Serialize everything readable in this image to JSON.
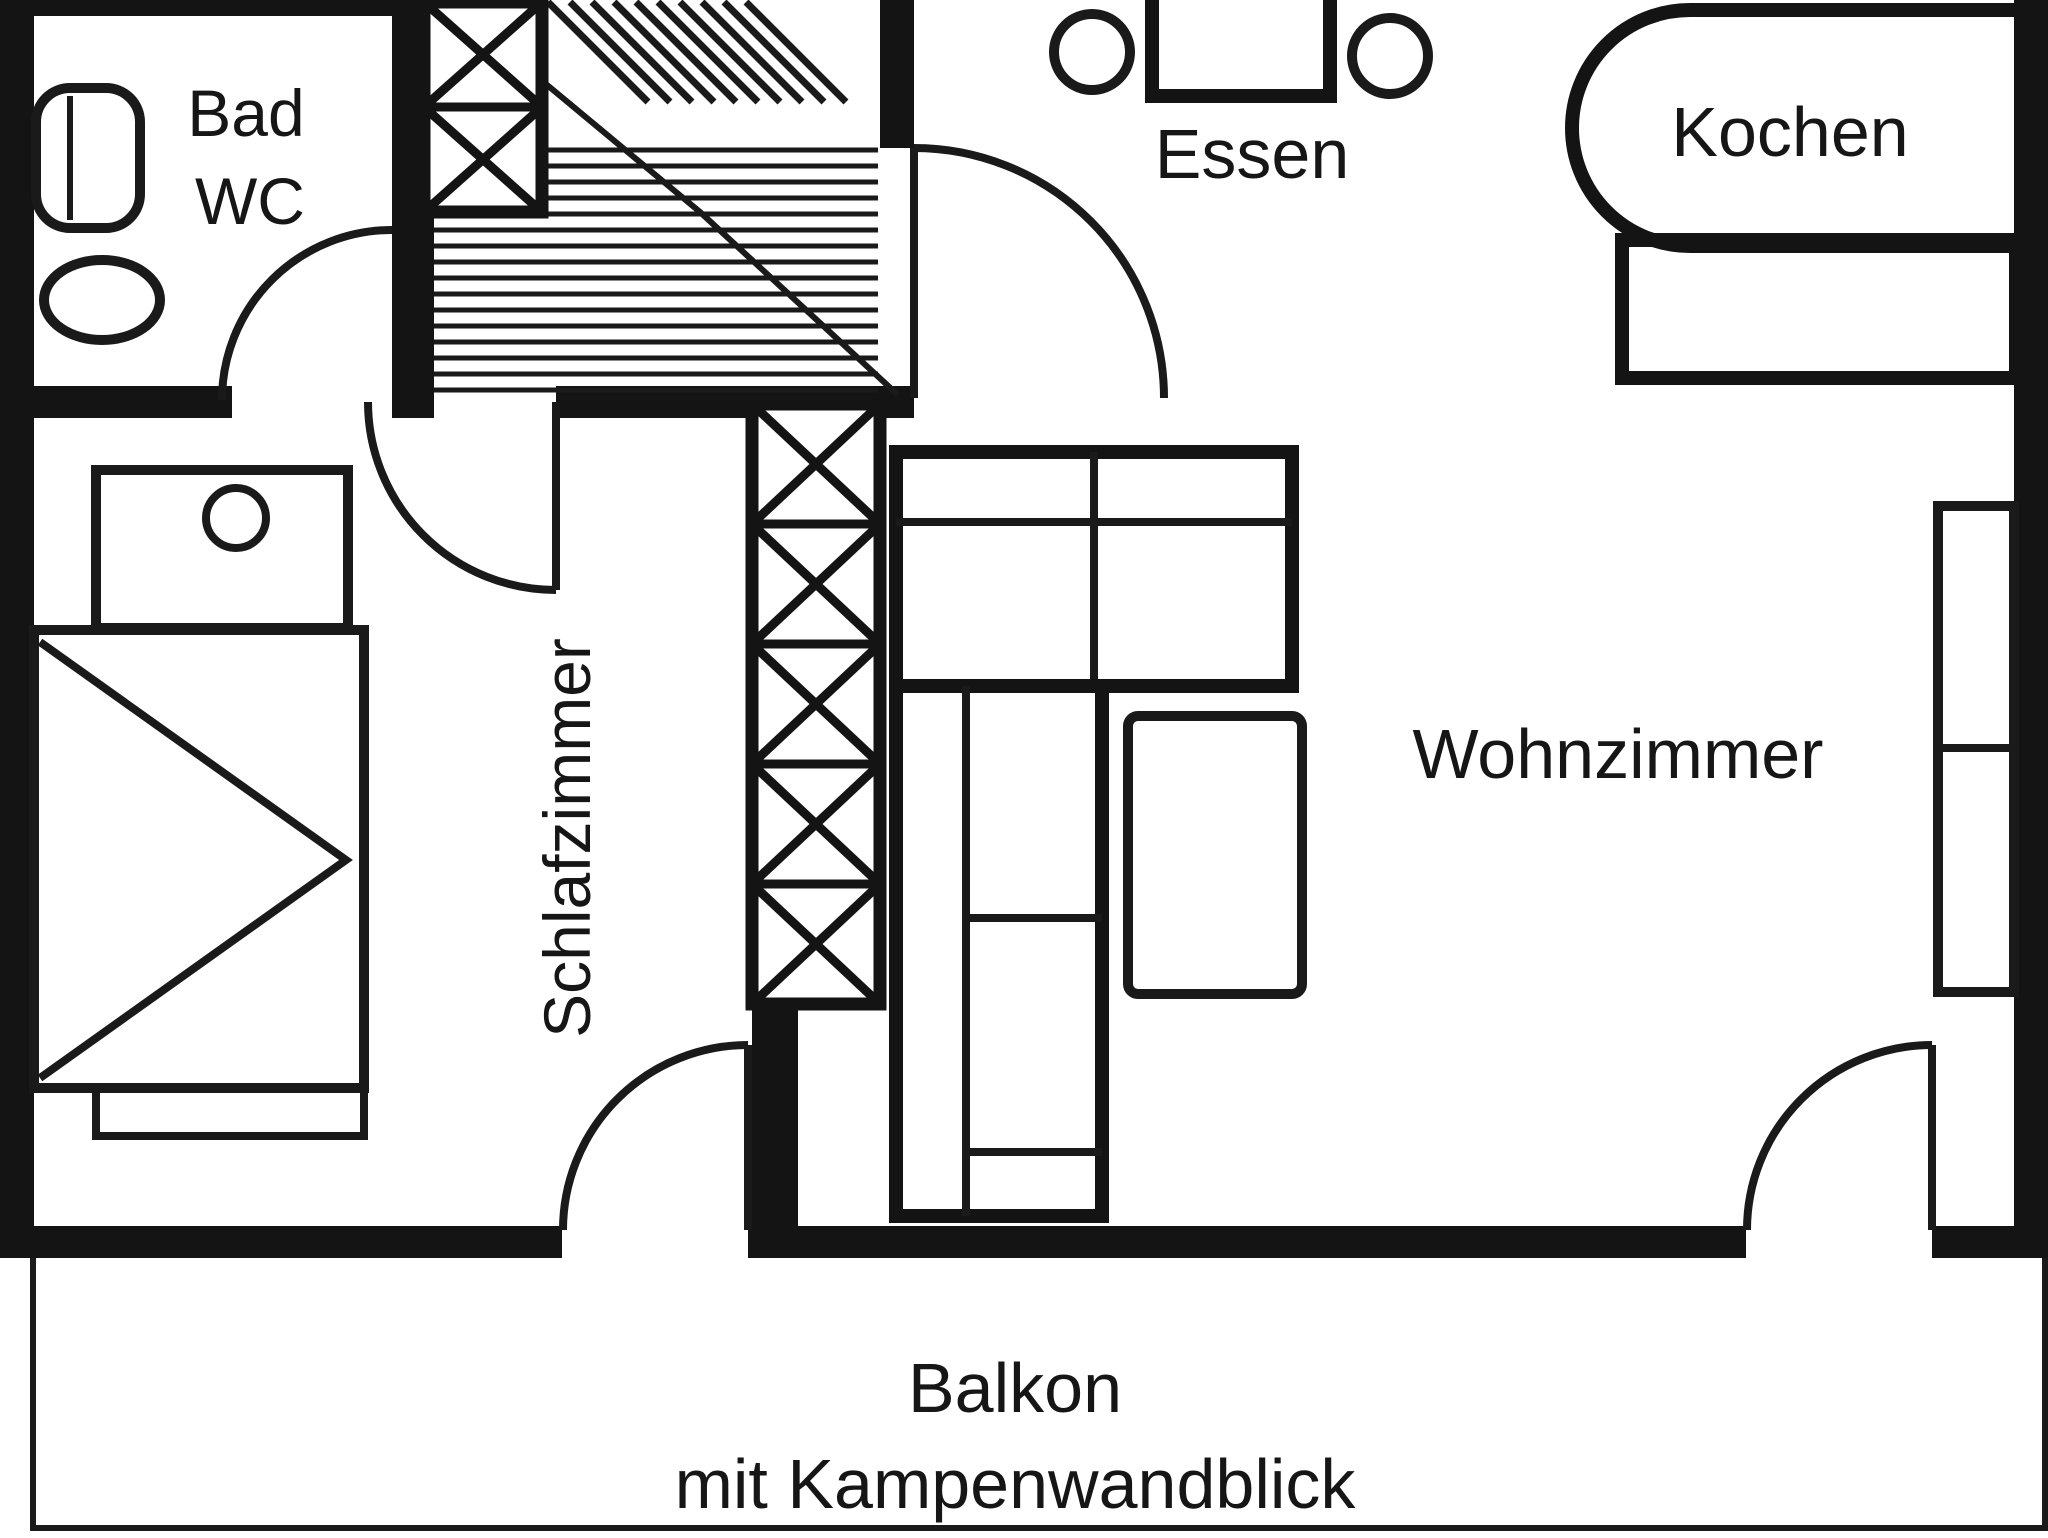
{
  "document": {
    "type": "apartment-floor-plan"
  },
  "colors": {
    "ink": "#141414",
    "paper": "#ffffff"
  },
  "rooms": {
    "bathroom": {
      "label_line1": "Bad",
      "label_line2": "WC"
    },
    "dining": {
      "label": "Essen"
    },
    "kitchen": {
      "label": "Kochen"
    },
    "bedroom": {
      "label": "Schlafzimmer"
    },
    "living": {
      "label": "Wohnzimmer"
    },
    "balcony": {
      "label_line1": "Balkon",
      "label_line2": "mit Kampenwandblick"
    }
  }
}
